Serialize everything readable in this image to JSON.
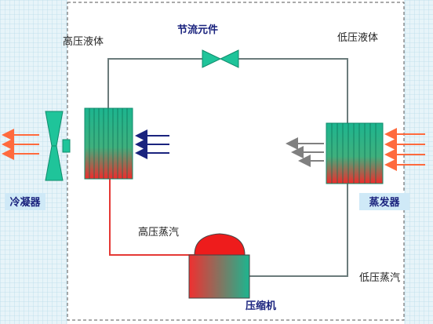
{
  "labels": {
    "high_pressure_liquid": "高压液体",
    "throttle_element": "节流元件",
    "low_pressure_liquid": "低压液体",
    "condenser": "冷凝器",
    "evaporator": "蒸发器",
    "high_pressure_vapor": "高压蒸汽",
    "low_pressure_vapor": "低压蒸汽",
    "compressor": "压缩机"
  },
  "colors": {
    "border_dash": "#555555",
    "pipe_cold": "#6b7b7b",
    "pipe_hot": "#e53935",
    "hx_top": "#1db58f",
    "hx_bottom": "#f02b2b",
    "valve": "#1fc49a",
    "fan": "#1fc49a",
    "label_box": "#cfe9f7",
    "air_in": "#1a237e",
    "air_hot": "#ff6a3d",
    "air_gray": "#808080"
  }
}
